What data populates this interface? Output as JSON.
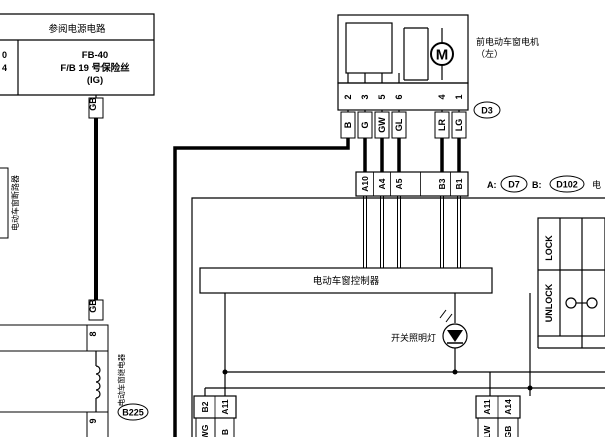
{
  "power_ref": {
    "title": "参阅电源电路",
    "left_fragment_top": "0",
    "left_fragment_bottom": "4",
    "fuse_code": "FB-40",
    "fuse_label": "F/B 19 号保险丝",
    "fuse_mode": "(IG)"
  },
  "motor": {
    "title": "前电动车窗电机",
    "subtitle": "（左）",
    "symbol": "M",
    "connector_id": "D3",
    "pins": [
      "2",
      "3",
      "5",
      "6",
      "4",
      "1"
    ],
    "wire_colors": [
      "B",
      "G",
      "GW",
      "GL",
      "LR",
      "LG"
    ]
  },
  "controller": {
    "title": "电动车窗控制器",
    "top_pins": [
      "A10",
      "A4",
      "A5",
      "B3",
      "B1"
    ],
    "connector_legend": {
      "a_label": "A:",
      "a_id": "D7",
      "b_label": "B:",
      "b_id": "D102",
      "trailing": "电"
    },
    "lamp_label": "开关照明灯",
    "bottom_left_pins": [
      "B2",
      "A11"
    ],
    "bottom_right_pins": [
      "A11",
      "A14"
    ],
    "bottom_left_wires": [
      "WG",
      "B"
    ],
    "bottom_right_wires": [
      "LW",
      "GB"
    ]
  },
  "switch": {
    "lock_label": "LOCK",
    "unlock_label": "UNLOCK"
  },
  "left_side": {
    "breaker_label": "电动车窗断路器",
    "wire_gb_top": "GB",
    "wire_gb_mid": "GB",
    "relay_pin_top": "8",
    "relay_pin_bottom": "9",
    "relay_label": "电动车窗继电器",
    "relay_connector": "B225"
  }
}
